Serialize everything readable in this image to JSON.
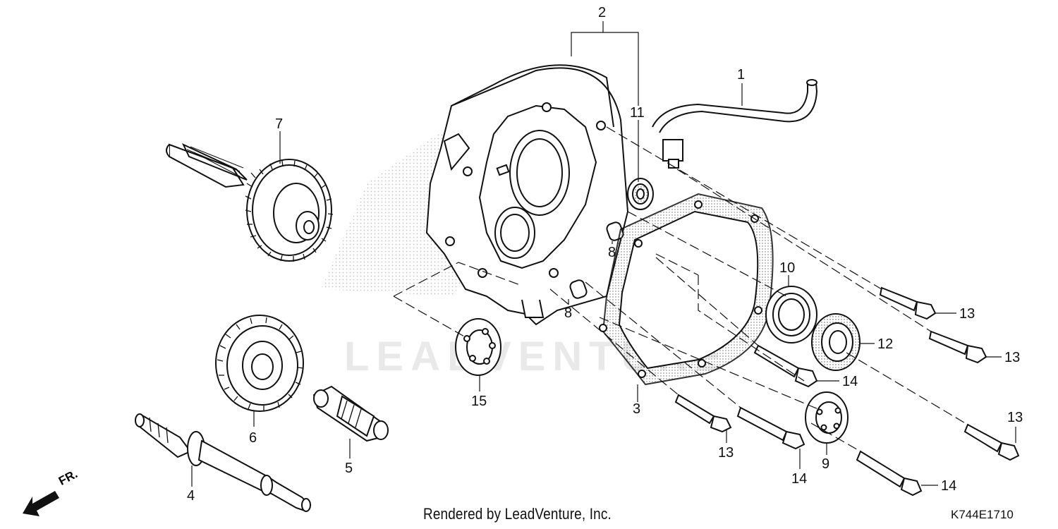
{
  "diagram": {
    "watermark": "LEADVENTURE",
    "credit": "Rendered by LeadVenture, Inc.",
    "diagram_code": "K744E1710",
    "direction_label": "FR.",
    "callouts": [
      {
        "id": "c2",
        "label": "2"
      },
      {
        "id": "c1",
        "label": "1"
      },
      {
        "id": "c11",
        "label": "11"
      },
      {
        "id": "c7",
        "label": "7"
      },
      {
        "id": "c8a",
        "label": "8"
      },
      {
        "id": "c8b",
        "label": "8"
      },
      {
        "id": "c10",
        "label": "10"
      },
      {
        "id": "c13a",
        "label": "13"
      },
      {
        "id": "c13b",
        "label": "13"
      },
      {
        "id": "c12",
        "label": "12"
      },
      {
        "id": "c14a",
        "label": "14"
      },
      {
        "id": "c15",
        "label": "15"
      },
      {
        "id": "c3",
        "label": "3"
      },
      {
        "id": "c13c",
        "label": "13"
      },
      {
        "id": "c6",
        "label": "6"
      },
      {
        "id": "c5",
        "label": "5"
      },
      {
        "id": "c13d",
        "label": "13"
      },
      {
        "id": "c9",
        "label": "9"
      },
      {
        "id": "c14b",
        "label": "14"
      },
      {
        "id": "c14c",
        "label": "14"
      },
      {
        "id": "c4",
        "label": "4"
      }
    ]
  }
}
